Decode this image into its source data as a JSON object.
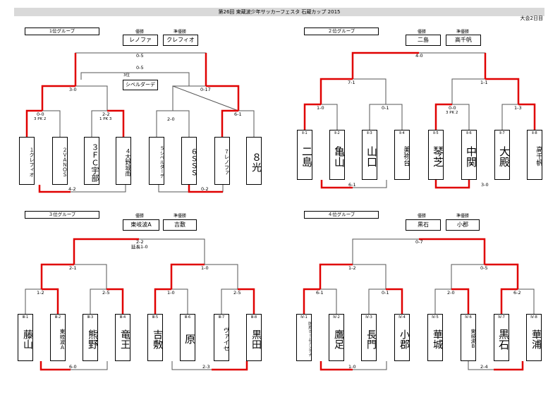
{
  "header": {
    "title": "第26回 東蔵波少年サッカーフェスタ 石蔵カップ 2015",
    "note": "大会2日目"
  },
  "labels": {
    "winner": "優勝",
    "runner_up": "準優勝"
  },
  "groups": [
    {
      "title": "1位グループ",
      "winner": "レノファ",
      "runner_up": "クレフィオ",
      "final_score": "0-5",
      "final_note": "",
      "third_score": "0-5",
      "third_label": "3位",
      "third_team": "シベルダーデ",
      "semi_scores": [
        "3-0",
        "0-17"
      ],
      "qf_scores": [
        "0-0",
        "2-2",
        "2-0",
        "6-1"
      ],
      "qf_pk": [
        "3 PK 2",
        "1 PK 3",
        "",
        ""
      ],
      "bottom_scores": [
        "4-2",
        "0-2"
      ],
      "teams": [
        {
          "code": "",
          "name": "１クレフィオ",
          "small": true
        },
        {
          "code": "",
          "name": "２ＶＡＮＯＳ",
          "small": true
        },
        {
          "code": "",
          "name": "３ＦＣ宇部",
          "small": false
        },
        {
          "code": "",
          "name": "４大野城南",
          "small": true
        },
        {
          "code": "",
          "name": "５シベルダーデ",
          "small": true
        },
        {
          "code": "",
          "name": "６ＳＳＳ",
          "small": false
        },
        {
          "code": "",
          "name": "７レノファ",
          "small": true
        },
        {
          "code": "",
          "name": "８光",
          "small": false
        }
      ]
    },
    {
      "title": "２位グループ",
      "winner": "二島",
      "runner_up": "高千帆",
      "final_score": "4-0",
      "final_note": "",
      "semi_scores": [
        "7-1",
        "1-1"
      ],
      "semi_pk": [
        "",
        ""
      ],
      "qf_scores": [
        "1-0",
        "0-1",
        "0-0",
        "1-3"
      ],
      "qf_pk": [
        "",
        "",
        "3 PK 2",
        ""
      ],
      "bottom_scores": [
        "6-1",
        "3-0"
      ],
      "teams": [
        {
          "code": "Ⅱ-1",
          "name": "二島",
          "small": false
        },
        {
          "code": "Ⅱ-2",
          "name": "亀山",
          "small": false
        },
        {
          "code": "Ⅱ-3",
          "name": "山口",
          "small": false
        },
        {
          "code": "Ⅱ-4",
          "name": "美祢台",
          "small": true
        },
        {
          "code": "Ⅱ-5",
          "name": "琴芝",
          "small": false
        },
        {
          "code": "Ⅱ-6",
          "name": "中関",
          "small": false
        },
        {
          "code": "Ⅱ-7",
          "name": "大殿",
          "small": false
        },
        {
          "code": "Ⅱ-8",
          "name": "高千帆",
          "small": true
        }
      ]
    },
    {
      "title": "３位グループ",
      "winner": "東岐波A",
      "runner_up": "吉敷",
      "final_score": "2-2",
      "final_note": "延長1-0",
      "semi_scores": [
        "2-1",
        "1-0"
      ],
      "qf_scores": [
        "1-2",
        "2-5",
        "1-0",
        "2-5"
      ],
      "qf_pk": [
        "",
        "",
        "",
        ""
      ],
      "bottom_scores": [
        "6-0",
        "2-3"
      ],
      "teams": [
        {
          "code": "Ⅲ-1",
          "name": "藤山",
          "small": false
        },
        {
          "code": "Ⅲ-2",
          "name": "東岐波Ａ",
          "small": true
        },
        {
          "code": "Ⅲ-3",
          "name": "熊野",
          "small": false
        },
        {
          "code": "Ⅲ-4",
          "name": "竜王",
          "small": false
        },
        {
          "code": "Ⅲ-5",
          "name": "吉敷",
          "small": false
        },
        {
          "code": "Ⅲ-6",
          "name": "原",
          "small": false
        },
        {
          "code": "Ⅲ-7",
          "name": "ヴァイセ",
          "small": true
        },
        {
          "code": "Ⅲ-8",
          "name": "黒田",
          "small": false
        }
      ]
    },
    {
      "title": "４位グループ",
      "winner": "黒石",
      "runner_up": "小郡",
      "final_score": "0-7",
      "final_note": "",
      "semi_scores": [
        "1-2",
        "0-5"
      ],
      "qf_scores": [
        "6-1",
        "0-1",
        "2-0",
        "6-2"
      ],
      "qf_pk": [
        "",
        "",
        "",
        ""
      ],
      "bottom_scores": [
        "1-0",
        "2-4"
      ],
      "teams": [
        {
          "code": "Ⅳ-1",
          "name": "防府ホームアンテナ",
          "small": true
        },
        {
          "code": "Ⅳ-2",
          "name": "鷹足",
          "small": false
        },
        {
          "code": "Ⅳ-3",
          "name": "長門",
          "small": false
        },
        {
          "code": "Ⅳ-4",
          "name": "小郡",
          "small": false
        },
        {
          "code": "Ⅳ-5",
          "name": "華城",
          "small": false
        },
        {
          "code": "Ⅳ-6",
          "name": "東岐波B",
          "small": true
        },
        {
          "code": "Ⅳ-7",
          "name": "黒石",
          "small": false
        },
        {
          "code": "Ⅳ-8",
          "name": "華浦",
          "small": false
        }
      ]
    }
  ]
}
